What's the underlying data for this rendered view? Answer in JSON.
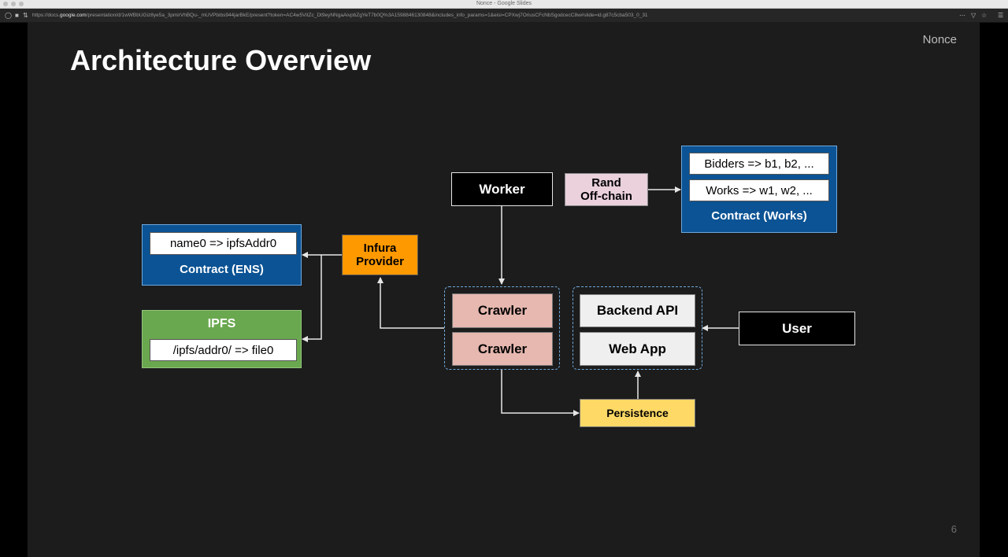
{
  "window": {
    "title": "Nonce - Google Slides"
  },
  "browser": {
    "url_prefix": "https://docs.",
    "url_domain": "google.com",
    "url_rest": "/presentation/d/1wWBbUGiz8ye5a_3pmirVhBQu-_mUVPbibs944jarBkE/present?token=AC4w5VitZc_Dt9eyNNgaAivpbZgYeT7b0Q%3A1598846130848&includes_info_params=1&eisi=CPXwj7OriusCFcNbSgodcecC8w#slide=id.g87c5cba503_0_31"
  },
  "slide": {
    "deck_name": "Nonce",
    "title": "Architecture Overview",
    "page_number": "6"
  },
  "diagram": {
    "worker": "Worker",
    "rand_line1": "Rand",
    "rand_line2": "Off-chain",
    "works_contract": {
      "entry1": "Bidders => b1, b2, ...",
      "entry2": "Works => w1, w2, ...",
      "label": "Contract (Works)"
    },
    "ens_contract": {
      "entry": "name0 => ipfsAddr0",
      "label": "Contract (ENS)"
    },
    "infura_line1": "Infura",
    "infura_line2": "Provider",
    "ipfs": {
      "label": "IPFS",
      "entry": "/ipfs/addr0/ => file0"
    },
    "crawler1": "Crawler",
    "crawler2": "Crawler",
    "backend_api": "Backend API",
    "web_app": "Web App",
    "user": "User",
    "persistence": "Persistence"
  },
  "colors": {
    "slide_bg": "#1c1c1c",
    "contract_blue": "#0b5394",
    "ipfs_green": "#6aa84f",
    "infura_orange": "#ff9900",
    "rand_pink": "#ead1dc",
    "crawler_salmon": "#e6b8af",
    "persistence_yellow": "#ffd966",
    "group_dash": "#6fa8dc"
  },
  "icons": [
    "shield-icon",
    "lock-icon",
    "site-settings-icon",
    "more-icon",
    "pocket-icon",
    "star-icon",
    "menu-icon"
  ]
}
